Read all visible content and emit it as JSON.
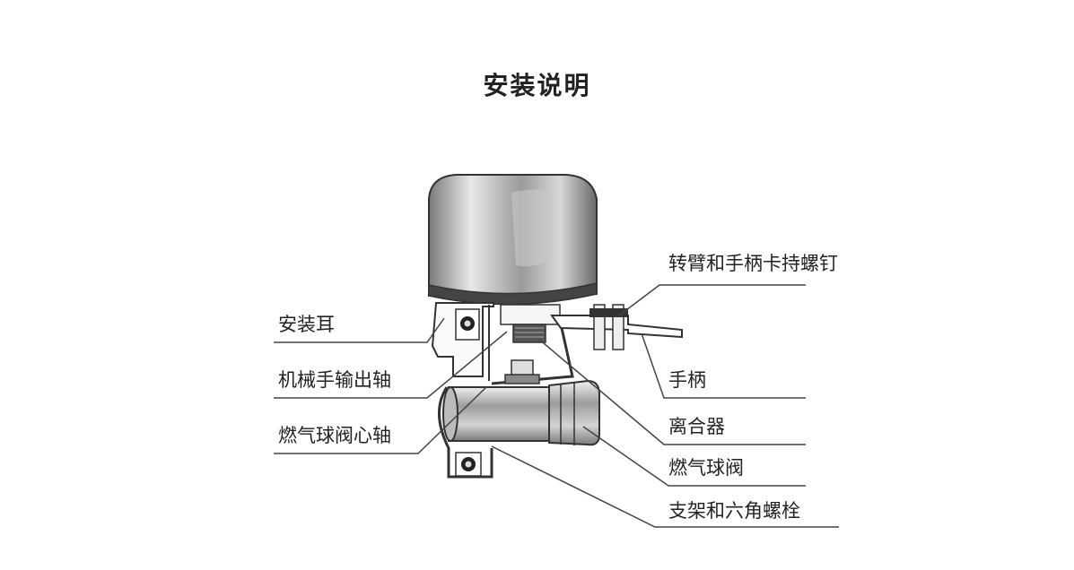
{
  "title": "安装说明",
  "labels": {
    "mounting_ear": "安装耳",
    "output_shaft": "机械手输出轴",
    "valve_core_shaft": "燃气球阀心轴",
    "arm_handle_screw": "转臂和手柄卡持螺钉",
    "handle": "手柄",
    "clutch": "离合器",
    "gas_ball_valve": "燃气球阀",
    "bracket_bolt": "支架和六角螺栓"
  },
  "colors": {
    "ink": "#222222",
    "line": "#333333",
    "shade": "#666666"
  }
}
